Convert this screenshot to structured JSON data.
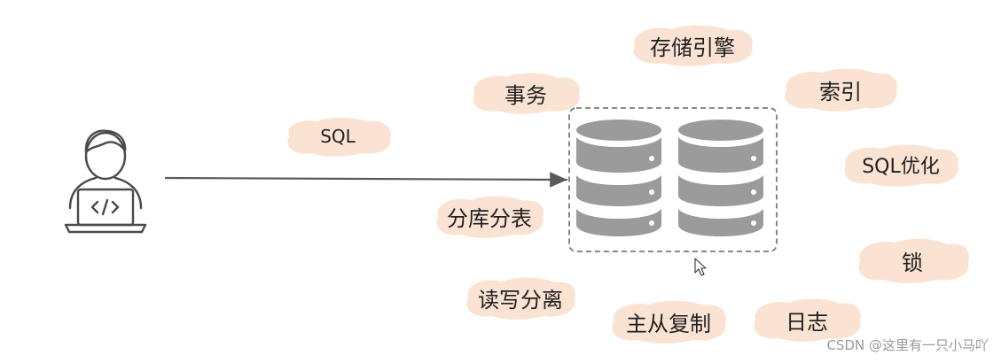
{
  "colors": {
    "blob_fill": "#fbe3d3",
    "db_fill": "#9b9b9b",
    "db_highlight": "#ffffff",
    "arrow": "#5a5a5a",
    "dash_border": "#7a7a7a",
    "user_stroke": "#4a4a4a"
  },
  "icons": {
    "user": "developer-user-icon",
    "database": "database-stack-icon",
    "cursor": "mouse-cursor-icon"
  },
  "topics": {
    "sql": "SQL",
    "transaction": "事务",
    "storage_engine": "存储引擎",
    "index": "索引",
    "sql_optimize": "SQL优化",
    "sharding": "分库分表",
    "lock": "锁",
    "rw_split": "读写分离",
    "replication": "主从复制",
    "log": "日志"
  },
  "watermark": "CSDN @这里有一只小马吖"
}
